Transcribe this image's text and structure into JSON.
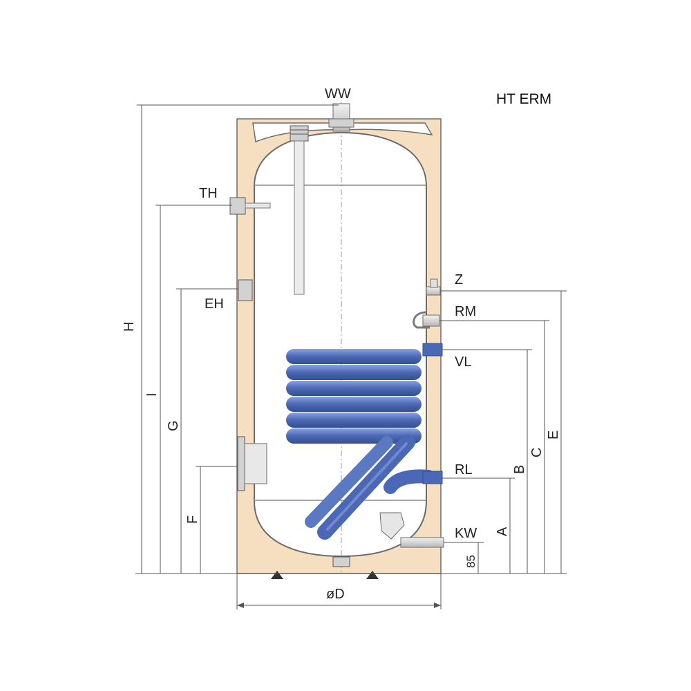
{
  "title": "HT ERM",
  "labels": {
    "ww": "WW",
    "th": "TH",
    "eh": "EH",
    "z": "Z",
    "rm": "RM",
    "vl": "VL",
    "rl": "RL",
    "kw": "KW",
    "h": "H",
    "i": "I",
    "g": "G",
    "f": "F",
    "a": "A",
    "b": "B",
    "c": "C",
    "e": "E",
    "base_height": "85",
    "diameter": "øD"
  },
  "colors": {
    "insulation": "#f5dfc0",
    "tank_interior": "#ffffff",
    "coil": "#4a68b5",
    "coil_highlight": "#8aa2dd",
    "fittings": "#d2d2d2",
    "dimension_lines": "#555555"
  }
}
